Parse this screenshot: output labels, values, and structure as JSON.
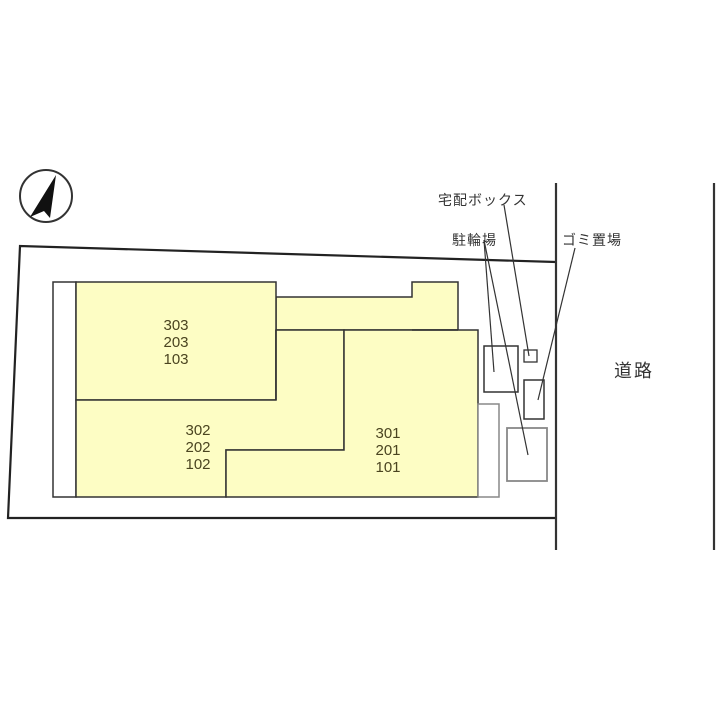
{
  "compass": {
    "icon": "north-arrow-icon",
    "direction": "north"
  },
  "labels": {
    "delivery_box": "宅配ボックス",
    "bicycle_parking": "駐輪場",
    "garbage_area": "ゴミ置場",
    "road": "道路"
  },
  "units": {
    "west_wing": [
      "303",
      "203",
      "103"
    ],
    "center": [
      "302",
      "202",
      "102"
    ],
    "east": [
      "301",
      "201",
      "101"
    ]
  },
  "colors": {
    "building_fill": "#fdfdc4",
    "outline": "#222222",
    "annex_outline": "#888888"
  }
}
